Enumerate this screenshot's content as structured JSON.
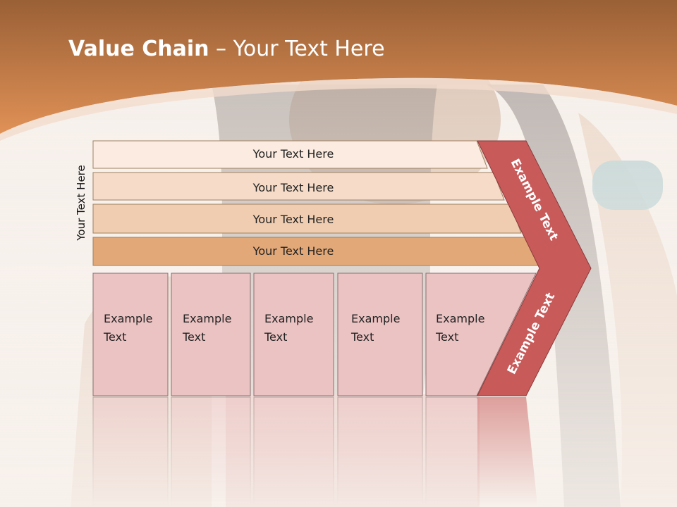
{
  "title": {
    "bold": "Value Chain",
    "rest": " – Your Text Here"
  },
  "side_label": "Your Text Here",
  "rows": [
    "Your Text Here",
    "Your Text Here",
    "Your Text Here",
    "Your Text Here"
  ],
  "boxes": [
    {
      "line1": "Example",
      "line2": "Text"
    },
    {
      "line1": "Example",
      "line2": "Text"
    },
    {
      "line1": "Example",
      "line2": "Text"
    },
    {
      "line1": "Example",
      "line2": "Text"
    },
    {
      "line1": "Example",
      "line2": "Text"
    }
  ],
  "chevron": {
    "upper": "Example Text",
    "lower": "Example Text"
  },
  "colors": {
    "header_orange": "#d88a50",
    "row_fills": [
      "#fbebe0",
      "#f6dcc8",
      "#f0cdb0",
      "#e3a878"
    ],
    "box_fill": "#ecc3c3",
    "chevron_red": "#c85a5a"
  }
}
